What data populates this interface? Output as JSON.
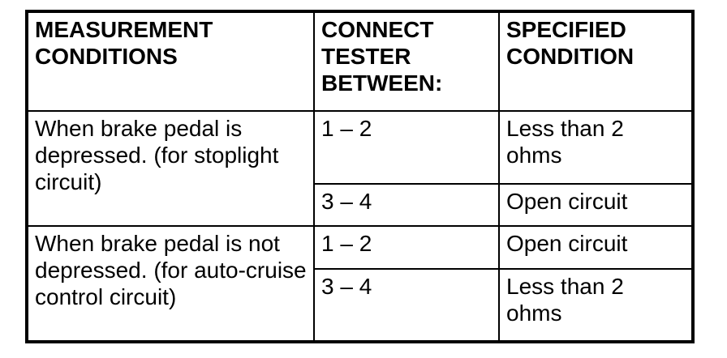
{
  "colors": {
    "background": "#ffffff",
    "border": "#000000",
    "text": "#000000"
  },
  "table": {
    "headers": [
      "MEASUREMENT CONDITIONS",
      "CONNECT TESTER BETWEEN:",
      "SPECIFIED CONDITION"
    ],
    "row_groups": [
      {
        "condition": "When brake pedal is depressed. (for stoplight circuit)",
        "measurements": [
          {
            "terminals": "1 – 2",
            "specified": "Less than 2 ohms"
          },
          {
            "terminals": "3 – 4",
            "specified": "Open circuit"
          }
        ]
      },
      {
        "condition": "When brake pedal is not depressed. (for auto-cruise control circuit)",
        "measurements": [
          {
            "terminals": "1 – 2",
            "specified": "Open circuit"
          },
          {
            "terminals": "3 – 4",
            "specified": "Less than 2 ohms"
          }
        ]
      }
    ]
  }
}
